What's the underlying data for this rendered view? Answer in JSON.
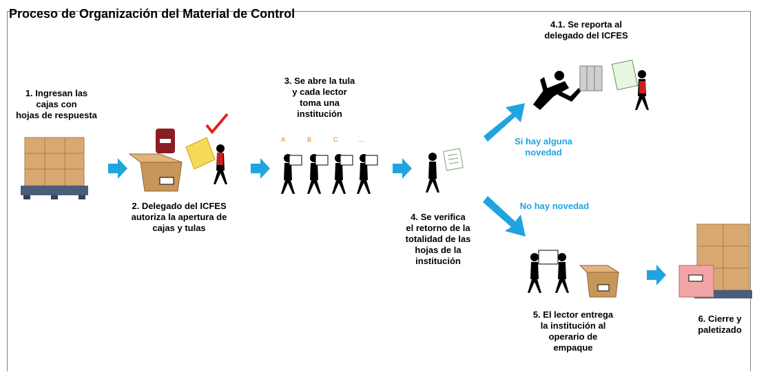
{
  "title": "Proceso de Organización del Material de Control",
  "steps": {
    "s1": "1. Ingresan las\ncajas con\nhojas de respuesta",
    "s2": "2. Delegado del ICFES\nautoriza la apertura de\ncajas y tulas",
    "s3": "3. Se abre la tula\ny cada lector\ntoma una\ninstitución",
    "s4": "4. Se verifica\nel retorno de la\ntotalidad de las\nhojas de la\ninstitución",
    "s41": "4.1. Se reporta al\ndelegado del ICFES",
    "s5": "5. El lector entrega\nla institución al\noperario de\nempaque",
    "s6": "6. Cierre y\npaletizado"
  },
  "branches": {
    "yes": "Si hay alguna\nnovedad",
    "no": "No hay novedad"
  },
  "readers": [
    "A",
    "B",
    "C",
    "...."
  ],
  "colors": {
    "arrow": "#1fa4e0",
    "box": "#c89a5e",
    "checkmark": "#e0231c",
    "figure": "#000000",
    "shirt": "#cc1f1f"
  }
}
